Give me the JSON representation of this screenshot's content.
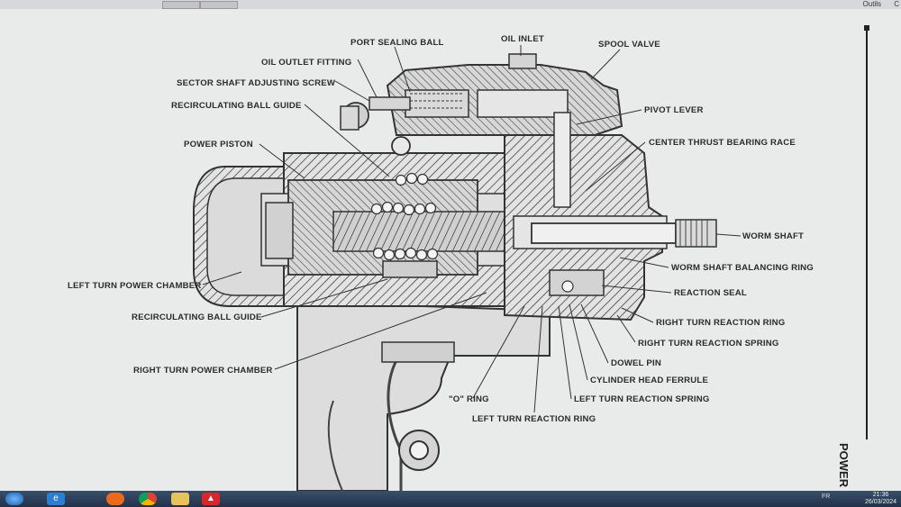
{
  "window": {
    "menu_outils": "Outils",
    "menu_c": "C"
  },
  "labels": {
    "port_sealing_ball": "PORT SEALING BALL",
    "oil_inlet": "OIL INLET",
    "spool_valve": "SPOOL VALVE",
    "oil_outlet_fitting": "OIL OUTLET FITTING",
    "sector_shaft_adjusting_screw": "SECTOR SHAFT ADJUSTING SCREW",
    "recirculating_ball_guide_top": "RECIRCULATING BALL GUIDE",
    "pivot_lever": "PIVOT LEVER",
    "power_piston": "POWER PISTON",
    "center_thrust_bearing_race": "CENTER THRUST BEARING RACE",
    "worm_shaft": "WORM SHAFT",
    "worm_shaft_balancing_ring": "WORM SHAFT BALANCING RING",
    "left_turn_power_chamber": "LEFT TURN POWER CHAMBER",
    "reaction_seal": "REACTION SEAL",
    "recirculating_ball_guide_bottom": "RECIRCULATING BALL GUIDE",
    "right_turn_reaction_ring": "RIGHT TURN REACTION RING",
    "right_turn_reaction_spring": "RIGHT TURN REACTION SPRING",
    "right_turn_power_chamber": "RIGHT TURN POWER CHAMBER",
    "dowel_pin": "DOWEL PIN",
    "cylinder_head_ferrule": "CYLINDER HEAD FERRULE",
    "o_ring": "\"O\" RING",
    "left_turn_reaction_spring": "LEFT TURN REACTION SPRING",
    "left_turn_reaction_ring": "LEFT TURN REACTION RING",
    "power_side": "POWER"
  },
  "taskbar": {
    "icons": [
      "start-orb-icon",
      "ie-icon",
      "firefox-icon",
      "chrome-icon",
      "folder-icon",
      "pdf-icon"
    ],
    "lang": "FR",
    "time": "21:36",
    "date": "26/03/2024"
  },
  "colors": {
    "paper": "#e9ebea",
    "ink": "#2b2b2b",
    "taskbar": "#2c3e5a"
  }
}
